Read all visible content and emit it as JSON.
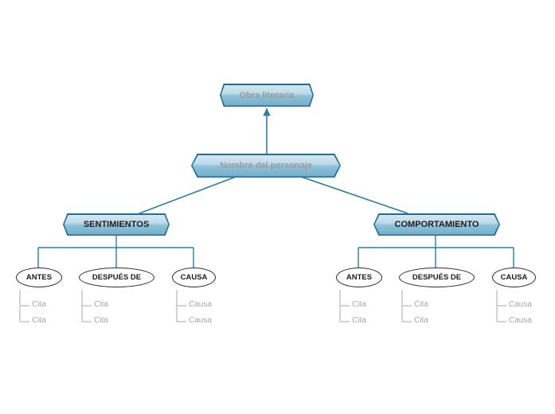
{
  "diagram": {
    "type": "mind-map",
    "title_node": {
      "label": "Obra literaria"
    },
    "character_node": {
      "label": "Nombre del personaje"
    },
    "branches": [
      {
        "label": "SENTIMIENTOS",
        "categories": [
          {
            "label": "ANTES",
            "items": [
              "Cita",
              "Cita"
            ]
          },
          {
            "label": "DESPUÉS DE",
            "items": [
              "Cita",
              "Cita"
            ]
          },
          {
            "label": "CAUSA",
            "items": [
              "Causa",
              "Causa"
            ]
          }
        ]
      },
      {
        "label": "COMPORTAMIENTO",
        "categories": [
          {
            "label": "ANTES",
            "items": [
              "Cita",
              "Cita"
            ]
          },
          {
            "label": "DESPUÉS DE",
            "items": [
              "Cita",
              "Cita"
            ]
          },
          {
            "label": "CAUSA",
            "items": [
              "Causa",
              "Causa"
            ]
          }
        ]
      }
    ],
    "colors": {
      "node_border": "#1e6f96",
      "node_fill_light": "#d5e7f1",
      "node_fill_dark": "#74aecb",
      "connector": "#2d7ea3",
      "leaf_text": "#a6a6a6",
      "dim_text": "#9b9b9b",
      "dark_text": "#1d1d1d",
      "background": "#ffffff"
    }
  }
}
